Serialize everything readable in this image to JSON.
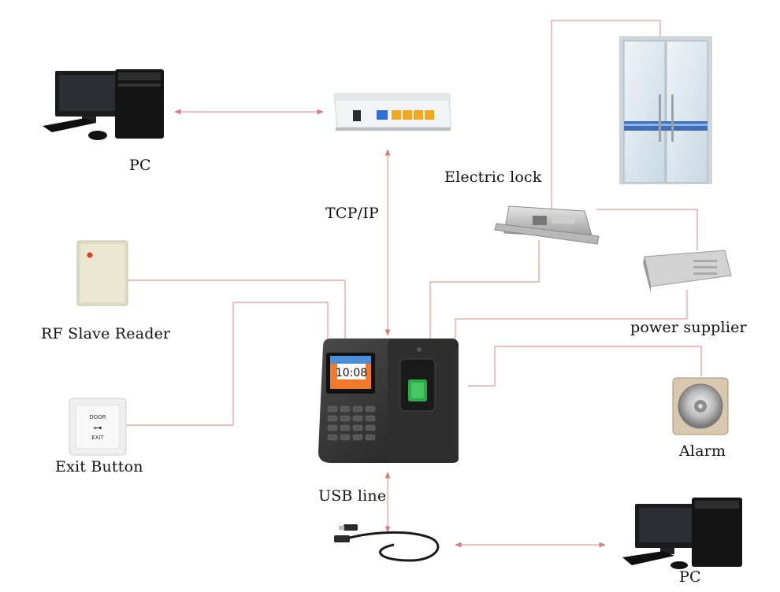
{
  "labels": {
    "pc_top": "PC",
    "tcpip": "TCP/IP",
    "electric_lock": "Electric lock",
    "rf_reader": "RF Slave Reader",
    "power_supplier": "power supplier",
    "exit_button": "Exit Button",
    "alarm": "Alarm",
    "usb_line": "USB line",
    "pc_bottom": "PC"
  },
  "device": {
    "screen_time": "10:08"
  },
  "exit_button_face": {
    "line1": "DOOR",
    "line2": "EXIT"
  },
  "colors": {
    "connector": "#e89a9a",
    "device_body": "#3a3a3a",
    "fingerprint_sensor": "#2fa84a"
  }
}
